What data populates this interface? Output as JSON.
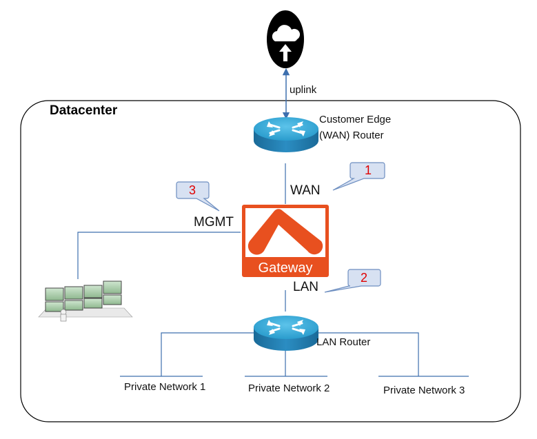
{
  "datacenter_label": "Datacenter",
  "uplink_label": "uplink",
  "edge_router_label": [
    "Customer Edge",
    "(WAN) Router"
  ],
  "lan_router_label": "LAN Router",
  "gateway_text": "Gateway",
  "interfaces": {
    "wan": "WAN",
    "lan": "LAN",
    "mgmt": "MGMT"
  },
  "callouts": {
    "wan": "1",
    "lan": "2",
    "mgmt": "3"
  },
  "networks": [
    "Private Network 1",
    "Private Network 2",
    "Private Network 3"
  ],
  "icons": {
    "cloud": "cloud-upload-icon",
    "router": "router-icon",
    "gateway": "gateway-logo",
    "monitor": "monitoring-station-icon"
  },
  "colors": {
    "line": "#3d6fae",
    "router_top": "#35a7d6",
    "router_side": "#1d73a3",
    "gateway": "#e8501f",
    "callout_fill": "#d7e1f2",
    "callout_stroke": "#6d8ec0",
    "callout_text": "#e00000"
  }
}
